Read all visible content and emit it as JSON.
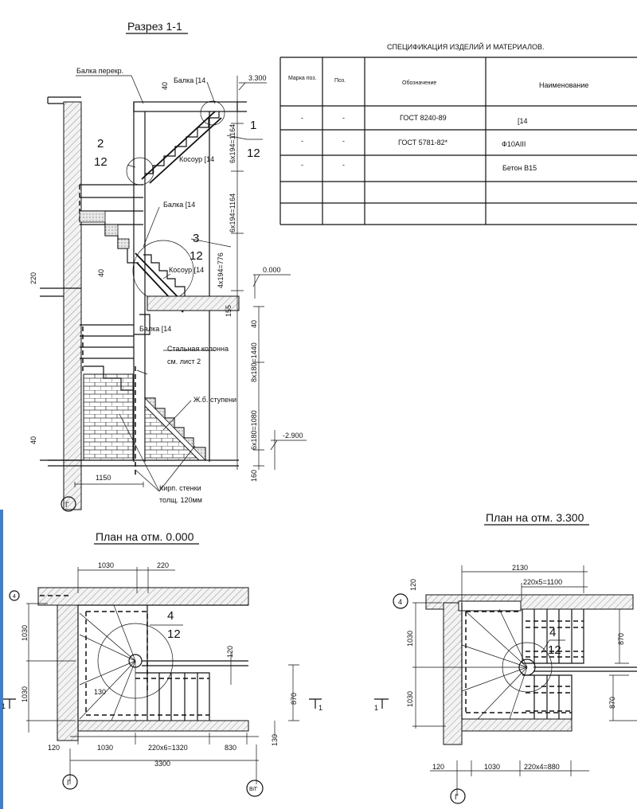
{
  "section": {
    "title": "Разрез 1-1",
    "labels": {
      "beam_floor": "Балка перекр.",
      "beam_top": "Балка [14",
      "beam_mid": "Балка [14",
      "beam_low": "Балка [14",
      "stringer_top": "Косоур [14",
      "stringer_mid": "Косоур [14",
      "column_line1": "Стальная колонна",
      "column_line2": "см. лист 2",
      "rc_steps": "Ж.б. ступени",
      "brick_line1": "Кирп. стенки",
      "brick_line2": "толщ. 120мм"
    },
    "callouts": [
      {
        "num": "1",
        "sheet": "12"
      },
      {
        "num": "2",
        "sheet": "12"
      },
      {
        "num": "3",
        "sheet": "12"
      }
    ],
    "elevations": [
      "3.300",
      "0.000",
      "-2.900"
    ],
    "dimensions": {
      "d40_top": "40",
      "flight1": "6x194=1164",
      "flight2": "6x194=1164",
      "flight3": "4x194=776",
      "slab": "155",
      "d40_mid": "40",
      "d220": "220",
      "d40_left": "40",
      "flight4": "8x180=1440",
      "flight5": "6x180=1080",
      "d40_low": "40",
      "d160": "160",
      "d1150": "1150"
    },
    "axis": "Г"
  },
  "spec_table": {
    "title": "СПЕЦИФИКАЦИЯ ИЗДЕЛИЙ И МАТЕРИАЛОВ.",
    "headers": [
      "Марка поз.",
      "Поз.",
      "Обозначение",
      "Наименование"
    ],
    "rows": [
      [
        "-",
        "-",
        "ГОСТ 8240-89",
        "[14"
      ],
      [
        "-",
        "-",
        "ГОСТ 5781-82*",
        "Ф10АIII"
      ],
      [
        "-",
        "-",
        "",
        "Бетон В15"
      ],
      [
        "",
        "",
        "",
        ""
      ],
      [
        "",
        "",
        "",
        ""
      ]
    ]
  },
  "plan_0": {
    "title": "План на отм. 0.000",
    "dims": {
      "top1": "1030",
      "top2": "220",
      "left1": "1030",
      "left2": "1030",
      "r120": "120",
      "d130": "130",
      "d870": "870",
      "d130b": "130",
      "b120": "120",
      "b1030": "1030",
      "b1320": "220x6=1320",
      "b830": "830",
      "total": "3300"
    },
    "callout": {
      "num": "4",
      "sheet": "12"
    },
    "axes": [
      "4",
      "Г",
      "В/Г"
    ],
    "cut_marks": [
      "1",
      "1"
    ]
  },
  "plan_3300": {
    "title": "План на отм. 3.300",
    "dims": {
      "top1": "2130",
      "top2": "220x5=1100",
      "left120": "120",
      "left1": "1030",
      "left2": "1030",
      "r870a": "870",
      "r870b": "870",
      "b120": "120",
      "b1030": "1030",
      "b880": "220x4=880"
    },
    "callout": {
      "num": "4",
      "sheet": "12"
    },
    "axes": [
      "4",
      "Г"
    ],
    "cut_marks": [
      "1"
    ]
  }
}
